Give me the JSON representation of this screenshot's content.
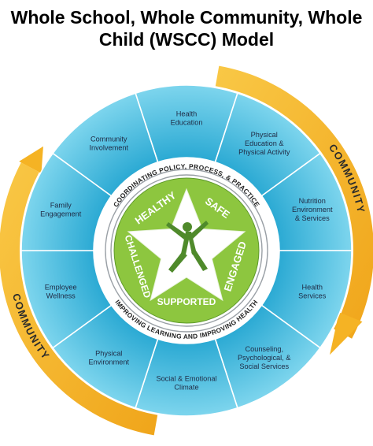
{
  "title": {
    "line1": "Whole School, Whole Community, Whole",
    "line2": "Child (WSCC) Model"
  },
  "outer_band": {
    "label_top": "COMMUNITY",
    "label_bottom": "COMMUNITY"
  },
  "components": [
    [
      "Health",
      "Education"
    ],
    [
      "Physical",
      "Education &",
      "Physical Activity"
    ],
    [
      "Nutrition",
      "Environment",
      "& Services"
    ],
    [
      "Health",
      "Services"
    ],
    [
      "Counseling,",
      "Psychological, &",
      "Social Services"
    ],
    [
      "Social & Emotional",
      "Climate"
    ],
    [
      "Physical",
      "Environment"
    ],
    [
      "Employee",
      "Wellness"
    ],
    [
      "Family",
      "Engagement"
    ],
    [
      "Community",
      "Involvement"
    ]
  ],
  "ring": {
    "top_text": "COORDINATING POLICY, PROCESS, & PRACTICE",
    "bottom_text": "IMPROVING LEARNING AND IMPROVING HEALTH"
  },
  "tenets": [
    "HEALTHY",
    "SAFE",
    "ENGAGED",
    "SUPPORTED",
    "CHALLENGED"
  ],
  "colors": {
    "community_band": "#f5b324",
    "segment_light": "#5ccbe6",
    "segment_dark": "#25a8d2",
    "segment_divider": "#ffffff",
    "inner_ring": "#ffffff",
    "ring_stroke": "#9aa0a6",
    "tenet_green": "#8dc63f",
    "tenet_green_dark": "#5e9a2a",
    "star": "#ffffff",
    "figure": "#4f8a2b"
  },
  "icons": {
    "center_figure": "jumping-child-icon"
  }
}
